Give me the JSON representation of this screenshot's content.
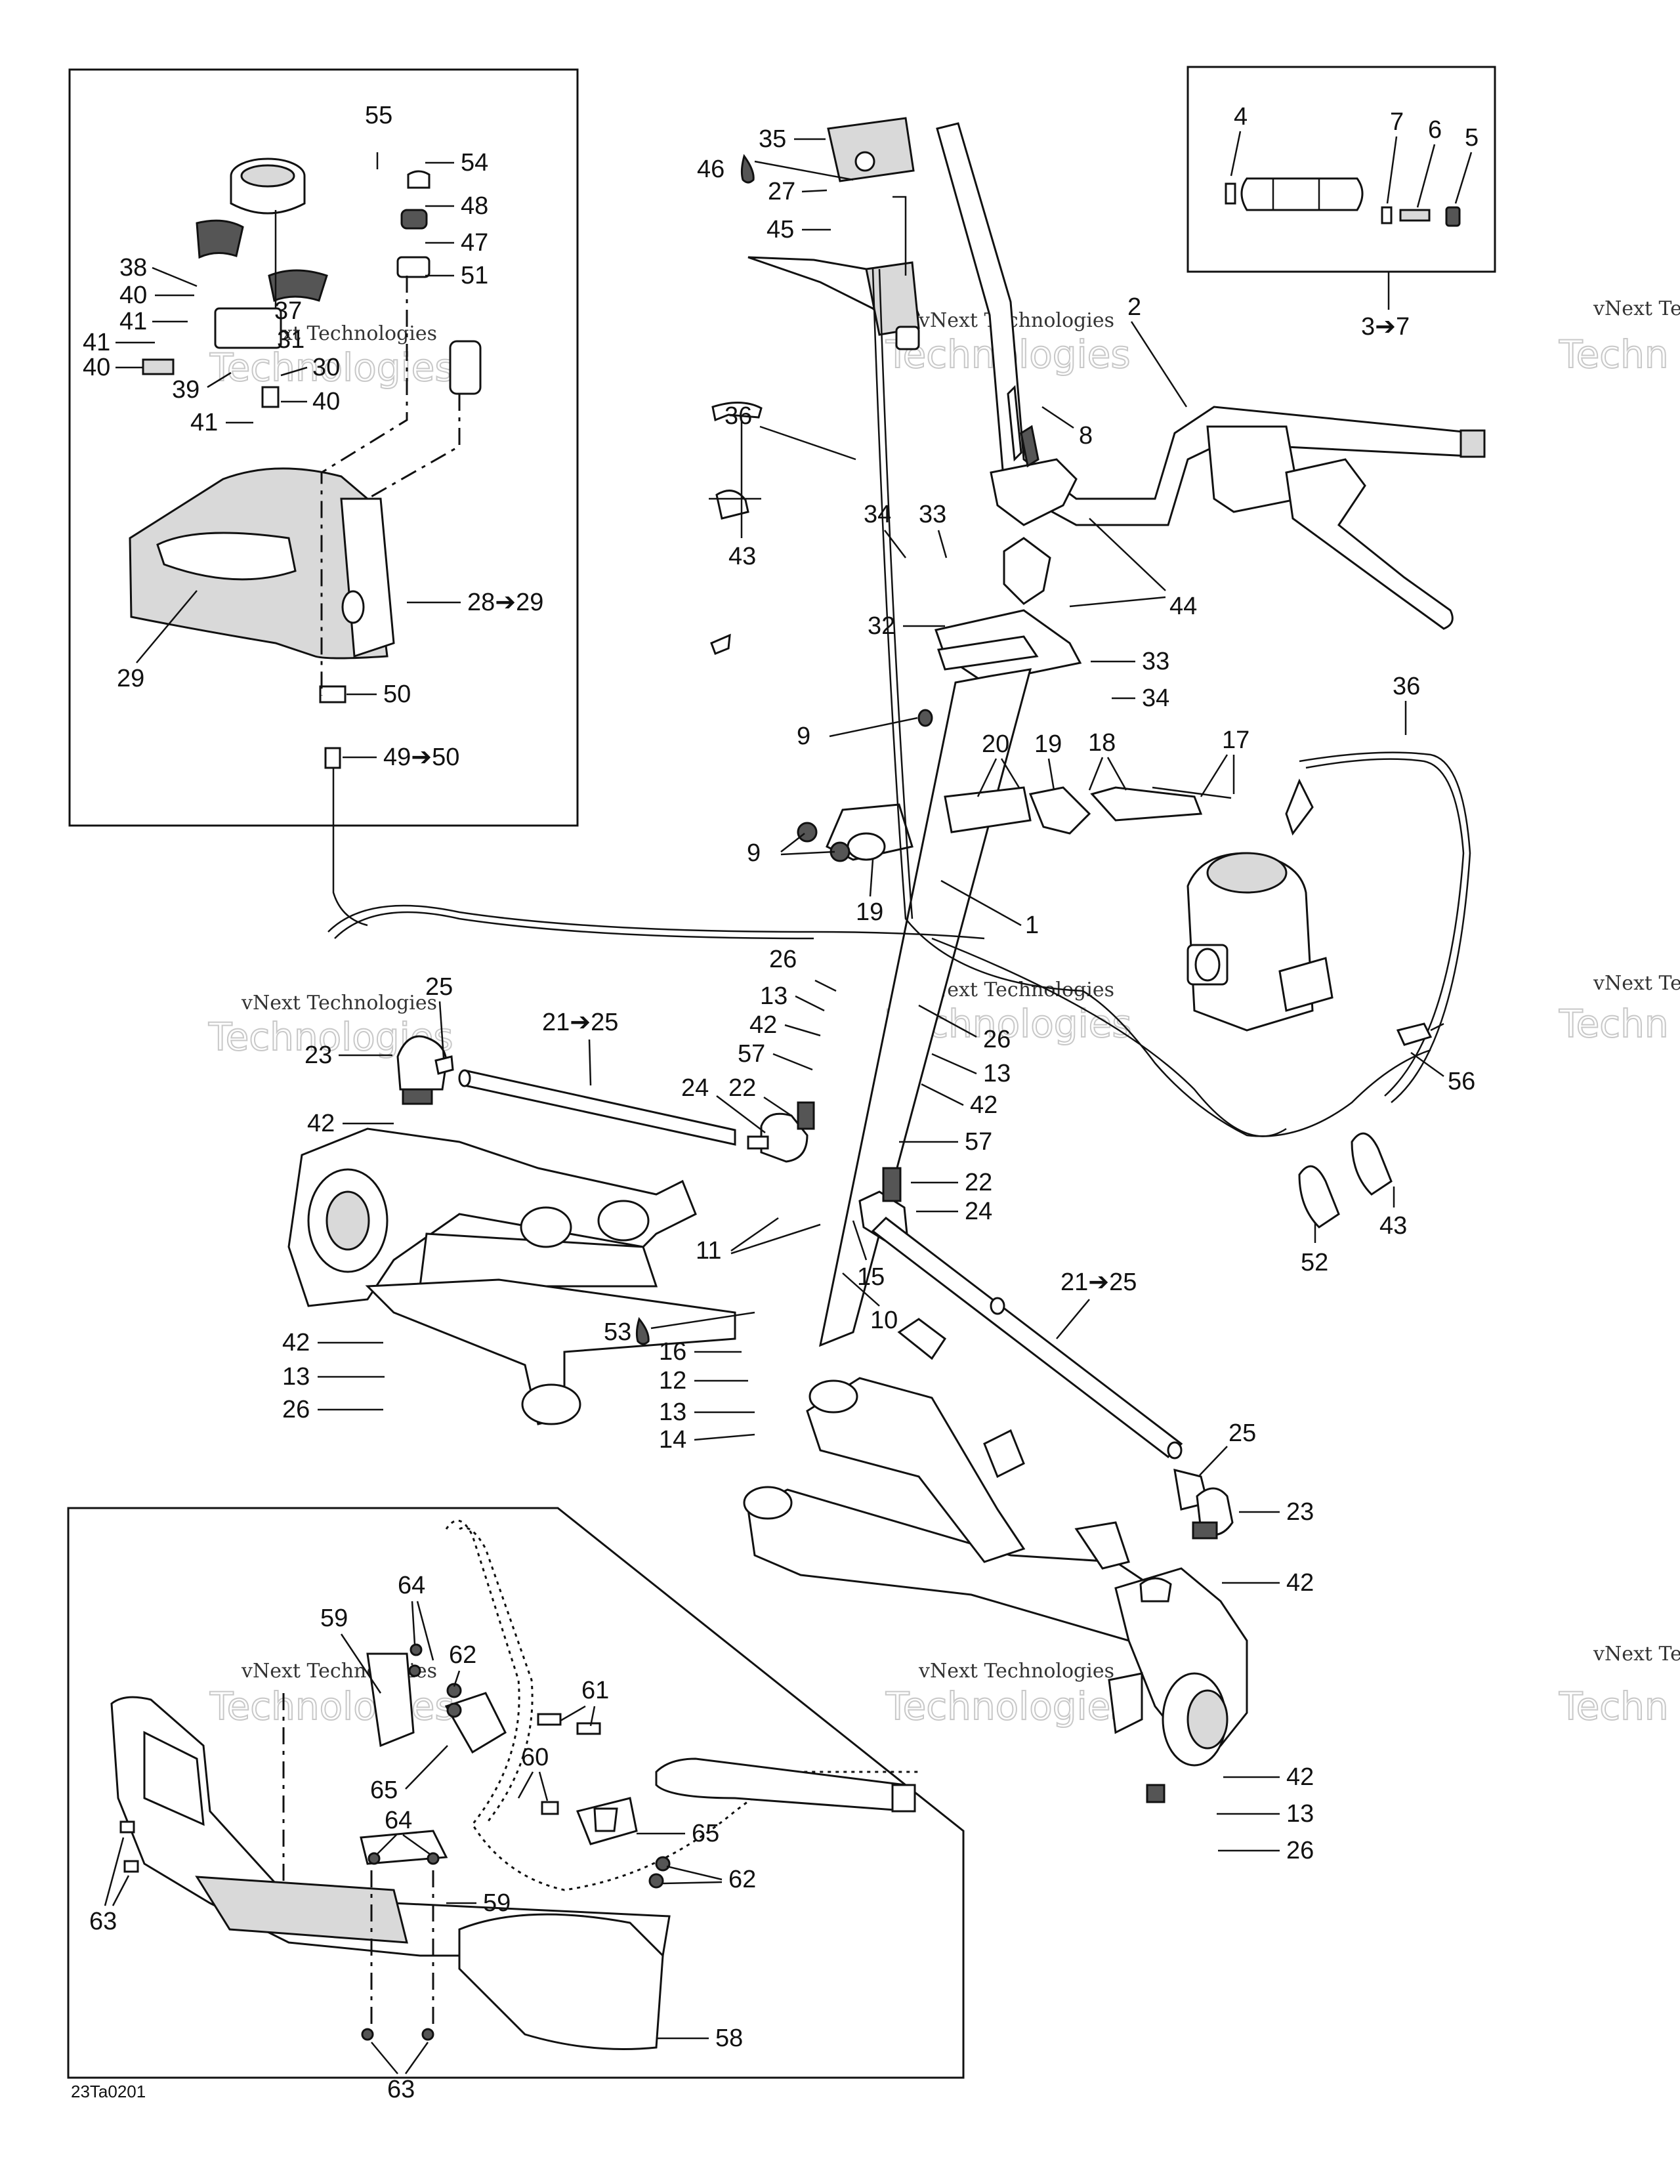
{
  "diagram": {
    "code": "23Ta0201",
    "watermark_line1": "vNext Technologies",
    "watermark_line2": "Technologies",
    "watermark_line1_partial": "vNext Te",
    "watermark_line2_partial": "Techn",
    "labels": {
      "l55": "55",
      "l54": "54",
      "l48": "48",
      "l47": "47",
      "l51": "51",
      "l38": "38",
      "l40a": "40",
      "l37": "37",
      "l41a": "41",
      "l31": "31",
      "l41b": "41",
      "l40b": "40",
      "l30": "30",
      "l39": "39",
      "l40c": "40",
      "l41c": "41",
      "l28_29": "28➔29",
      "l29": "29",
      "l50": "50",
      "l49_50": "49➔50",
      "l35": "35",
      "l46": "46",
      "l27": "27",
      "l45": "45",
      "l2": "2",
      "l8": "8",
      "l36a": "36",
      "l43a": "43",
      "l34a": "34",
      "l33a": "33",
      "l44": "44",
      "l32": "32",
      "l33b": "33",
      "l34b": "34",
      "l9a": "9",
      "l20": "20",
      "l19a": "19",
      "l18": "18",
      "l17": "17",
      "l36b": "36",
      "l9b": "9",
      "l19b": "19",
      "l1": "1",
      "l4": "4",
      "l7": "7",
      "l6": "6",
      "l5": "5",
      "l3_7": "3➔7",
      "l25a": "25",
      "l21_25a": "21➔25",
      "l23a": "23",
      "l26a": "26",
      "l13a": "13",
      "l42a": "42",
      "l57a": "57",
      "l24a": "24",
      "l22a": "22",
      "l26b": "26",
      "l13b": "13",
      "l42b": "42",
      "l57b": "57",
      "l22b": "22",
      "l24b": "24",
      "l56": "56",
      "l52": "52",
      "l43b": "43",
      "l42c": "42",
      "l11": "11",
      "l15": "15",
      "l10": "10",
      "l21_25b": "21➔25",
      "l53": "53",
      "l16": "16",
      "l42d": "42",
      "l13c": "13",
      "l12": "12",
      "l26c": "26",
      "l13d": "13",
      "l14": "14",
      "l25b": "25",
      "l23b": "23",
      "l42e": "42",
      "l42f": "42",
      "l13e": "13",
      "l26d": "26",
      "l64a": "64",
      "l59a": "59",
      "l62a": "62",
      "l61": "61",
      "l60": "60",
      "l65a": "65",
      "l65b": "65",
      "l64b": "64",
      "l59b": "59",
      "l62b": "62",
      "l63a": "63",
      "l58": "58",
      "l63b": "63"
    }
  }
}
